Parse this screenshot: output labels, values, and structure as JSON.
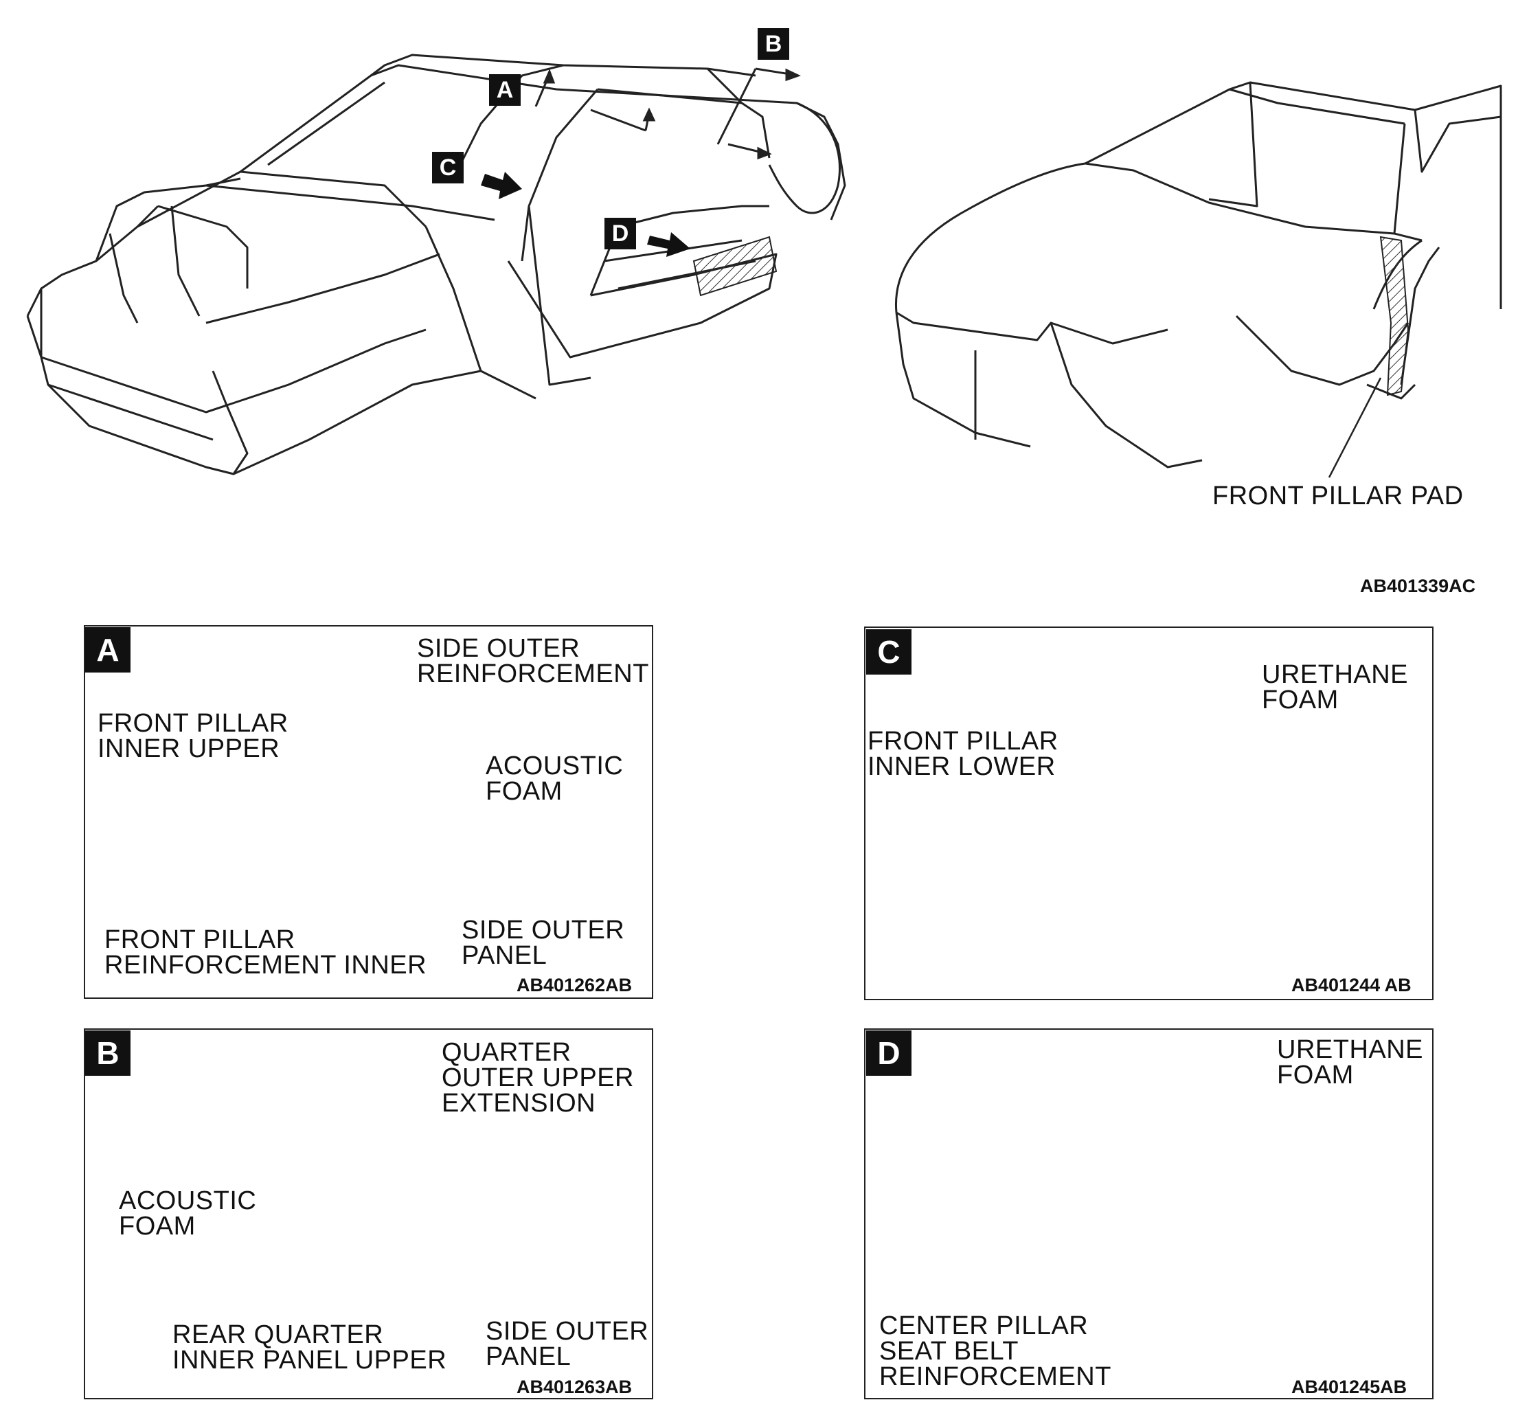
{
  "overview": {
    "callouts": [
      "A",
      "B",
      "C",
      "D"
    ],
    "front_pillar_pad_label": "FRONT PILLAR PAD",
    "figure_code": "AB401339AC"
  },
  "panels": {
    "a": {
      "badge": "A",
      "label_side_outer_reinforcement": "SIDE OUTER\nREINFORCEMENT",
      "label_front_pillar_inner_upper": "FRONT PILLAR\nINNER UPPER",
      "label_acoustic_foam": "ACOUSTIC\nFOAM",
      "label_front_pillar_reinforcement_inner": "FRONT PILLAR\nREINFORCEMENT INNER",
      "label_side_outer_panel": "SIDE OUTER\nPANEL",
      "code": "AB401262AB"
    },
    "b": {
      "badge": "B",
      "label_quarter_outer_upper_extension": "QUARTER\nOUTER UPPER\nEXTENSION",
      "label_acoustic_foam": "ACOUSTIC\nFOAM",
      "label_rear_quarter_inner_panel_upper": "REAR QUARTER\nINNER PANEL UPPER",
      "label_side_outer_panel": "SIDE OUTER\nPANEL",
      "code": "AB401263AB"
    },
    "c": {
      "badge": "C",
      "label_urethane_foam": "URETHANE\nFOAM",
      "label_front_pillar_inner_lower": "FRONT PILLAR\nINNER LOWER",
      "code": "AB401244 AB"
    },
    "d": {
      "badge": "D",
      "label_urethane_foam": "URETHANE\nFOAM",
      "label_center_pillar": "CENTER PILLAR\nSEAT BELT\nREINFORCEMENT",
      "code": "AB401245AB"
    }
  }
}
